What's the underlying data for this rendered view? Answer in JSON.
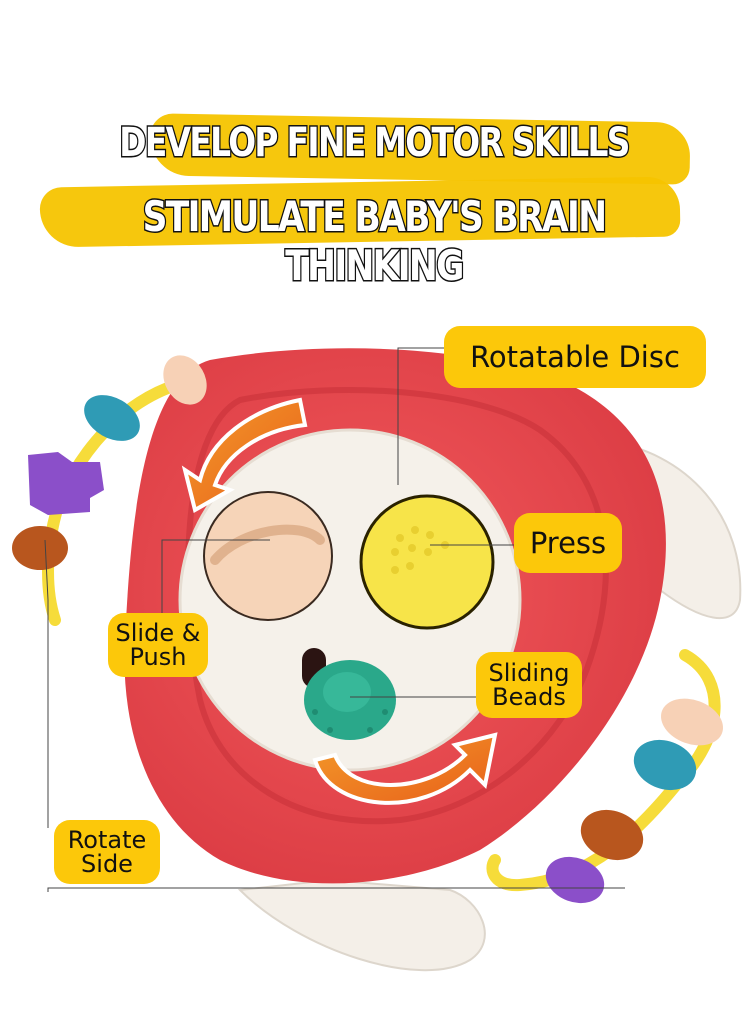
{
  "headline": {
    "line1": "DEVELOP FINE MOTOR SKILLS",
    "line2": "STIMULATE BABY'S BRAIN THINKING"
  },
  "callouts": [
    {
      "id": "rotatable-disc",
      "text": "Rotatable Disc"
    },
    {
      "id": "press",
      "text": "Press"
    },
    {
      "id": "slide-push",
      "line1": "Slide &",
      "line2": "Push"
    },
    {
      "id": "sliding-beads",
      "line1": "Sliding",
      "line2": "Beads"
    },
    {
      "id": "rotate-side",
      "line1": "Rotate",
      "line2": "Side"
    }
  ],
  "colors": {
    "label_bg": "#fcc80a",
    "brush": "#f5c400",
    "toy_red": "#e8454a",
    "toy_white": "#f4efe8",
    "arrow_orange": "#f07a1c",
    "button_yellow": "#f7e449",
    "button_peach": "#f6d4b8",
    "knob_teal": "#2aa88a",
    "bead_blue": "#2f9bb5",
    "bead_purple": "#8b4fc9",
    "bead_brown": "#b8561e",
    "bead_peach": "#f7d1b6",
    "ring_yellow": "#f6dc3a"
  }
}
